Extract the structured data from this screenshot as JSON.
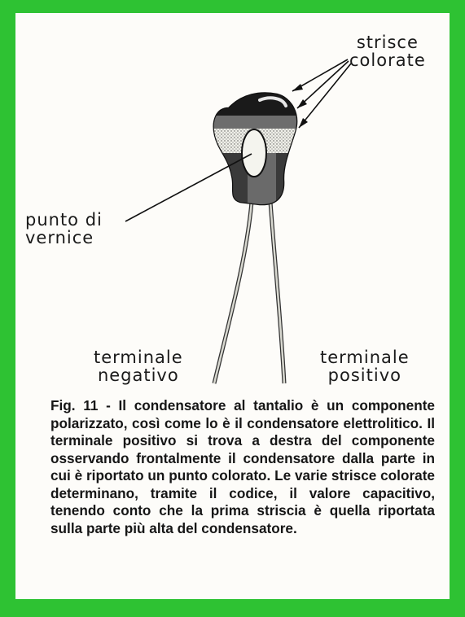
{
  "labels": {
    "strisce_line1": "strisce",
    "strisce_line2": "colorate",
    "punto_line1": "punto di",
    "punto_line2": "vernice",
    "neg_line1": "terminale",
    "neg_line2": "negativo",
    "pos_line1": "terminale",
    "pos_line2": "positivo"
  },
  "caption": "Fig. 11 - Il condensatore al tantalio è un componente polarizzato, così come lo è il condensatore elettrolitico. Il terminale positivo si trova a destra del componente osservando frontalmente il condensatore dalla parte in cui è riportato un punto colorato. Le varie strisce colorate determinano, tramite il codice, il valore capacitivo, tenendo conto che la prima striscia è quella riportata sulla parte più alta del condensatore.",
  "colors": {
    "frame": "#2ec233",
    "panel": "#fdfcf9",
    "ink": "#1a1a1a"
  }
}
